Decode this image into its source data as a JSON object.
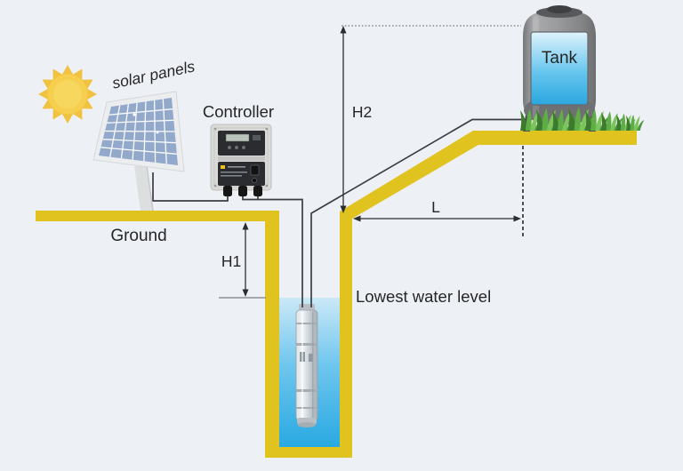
{
  "labels": {
    "solar_panels": "solar panels",
    "controller": "Controller",
    "ground": "Ground",
    "h1": "H1",
    "h2": "H2",
    "l": "L",
    "lowest_water_level": "Lowest water level",
    "tank": "Tank"
  },
  "colors": {
    "background": "#EDF0F5",
    "ground_yellow": "#E1C31F",
    "well_water_top": "#CBE9F7",
    "well_water_bottom": "#29A9E2",
    "tank_water_top": "#DFF3FC",
    "tank_water_bottom": "#2AA6DF",
    "sun_rays": "#F0C23F",
    "sun_core": "#F6CF4F",
    "panel_cells": "#93A9CC",
    "grass_green": "#58A83F",
    "line_dark": "#2B2E31",
    "text": "#262626"
  }
}
